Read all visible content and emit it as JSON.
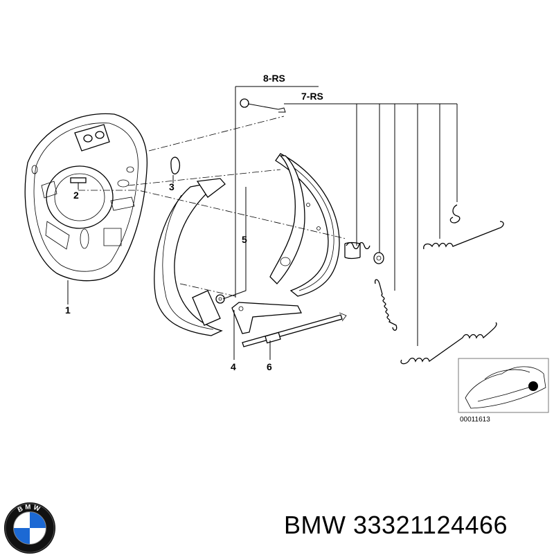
{
  "diagram": {
    "callouts": {
      "c1": "1",
      "c2": "2",
      "c3": "3",
      "c4": "4",
      "c5": "5",
      "c6": "6",
      "c7": "7-RS",
      "c8": "8-RS"
    },
    "inset_reference": "00011613"
  },
  "caption": {
    "brand": "BMW",
    "part_number": "33321124466"
  },
  "logo": {
    "text": "BMW",
    "colors": {
      "ring": "#111111",
      "blue": "#1c69d4",
      "white": "#ffffff"
    }
  }
}
